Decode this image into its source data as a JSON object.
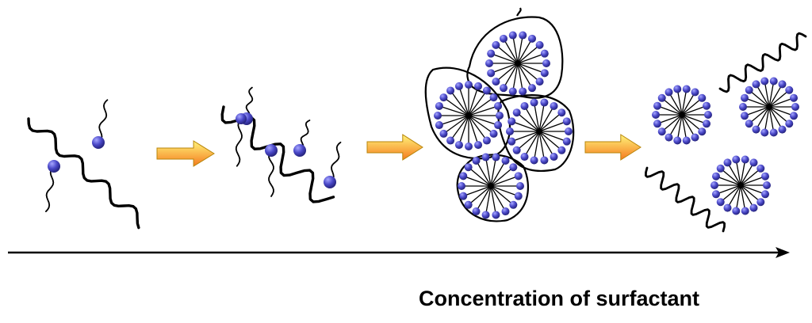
{
  "axis": {
    "label": "Concentration of surfactant"
  },
  "colors": {
    "head": "#4a48c8",
    "head_dark": "#26247e",
    "head_light": "#a6a6ff",
    "line": "#000000",
    "arrow_top": "#fff47a",
    "arrow_bottom": "#f57a1e",
    "arrow_edge": "#b8860b"
  },
  "stages": [
    {
      "name": "free-surfactant-and-polymer"
    },
    {
      "name": "surfactant-binding-to-polymer"
    },
    {
      "name": "polymer-micelle-complexes"
    },
    {
      "name": "free-micelles-and-polymer"
    }
  ]
}
